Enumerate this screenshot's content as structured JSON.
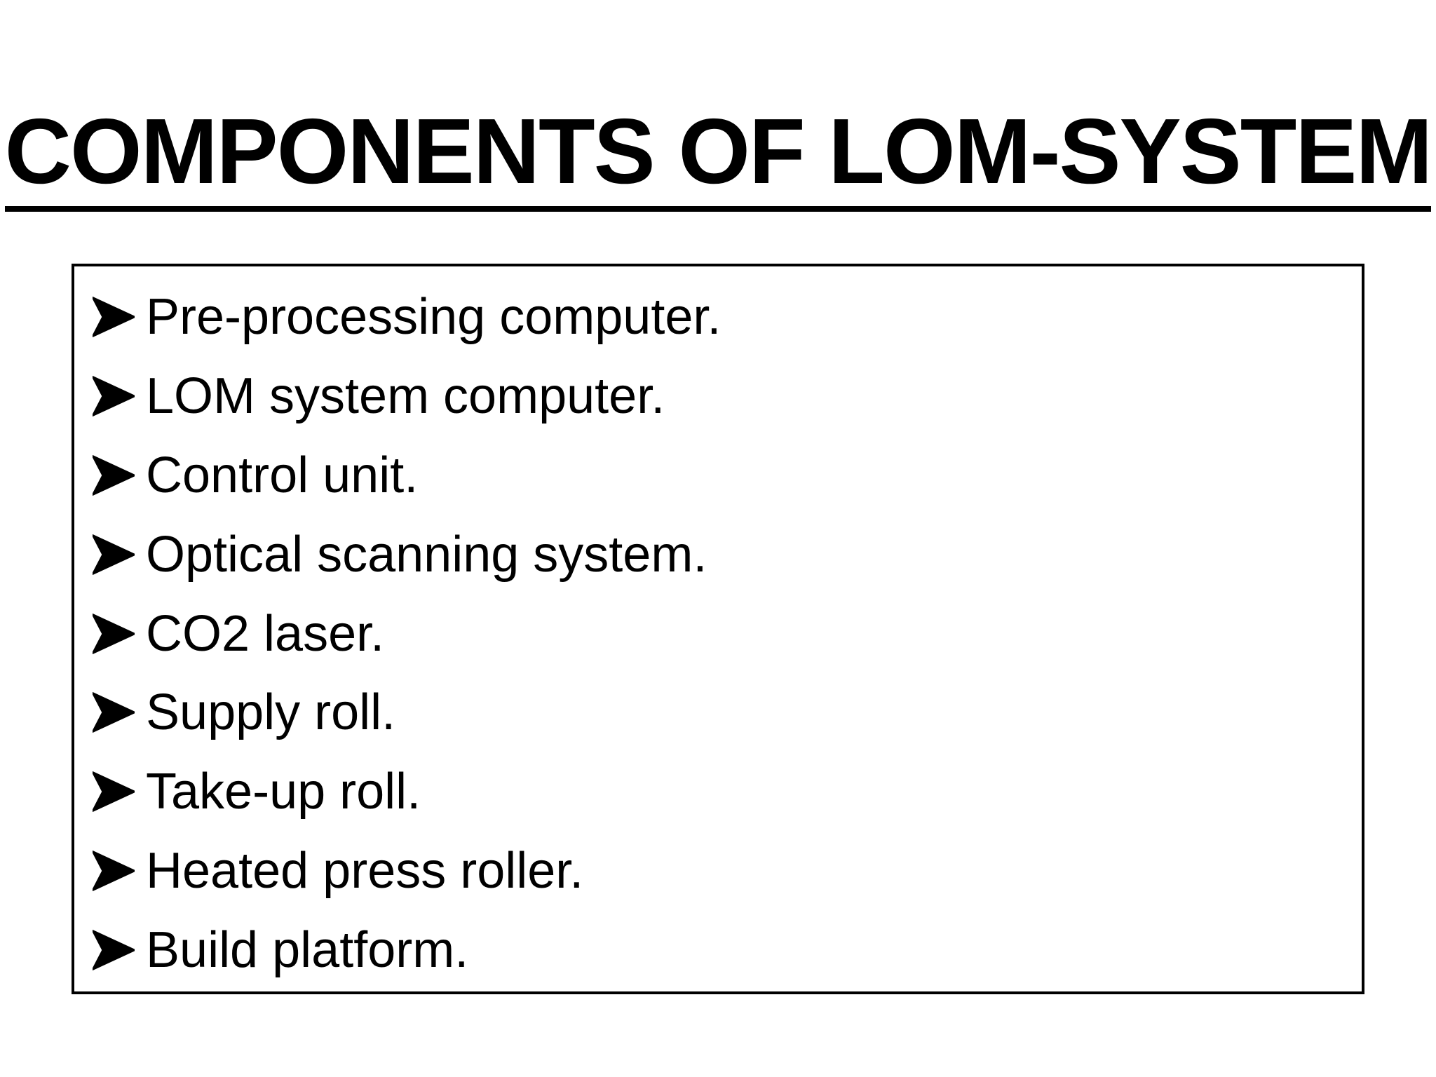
{
  "slide": {
    "title": "COMPONENTS OF LOM-SYSTEM",
    "bullet_icon": "arrowhead-bullet-icon",
    "items": [
      {
        "label": "Pre-processing computer."
      },
      {
        "label": "LOM system computer."
      },
      {
        "label": "Control unit."
      },
      {
        "label": "Optical scanning system."
      },
      {
        "label": "CO2 laser."
      },
      {
        "label": "Supply roll."
      },
      {
        "label": "Take-up roll."
      },
      {
        "label": "Heated press roller."
      },
      {
        "label": "Build platform."
      }
    ]
  },
  "colors": {
    "background": "#ffffff",
    "text": "#000000",
    "border": "#000000"
  }
}
